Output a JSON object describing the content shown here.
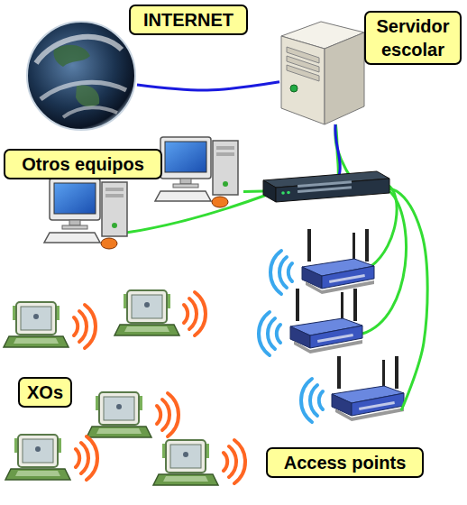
{
  "diagram": {
    "nodes": [
      {
        "text": [
          "INTERNET"
        ]
      },
      {
        "text": [
          "Servidor escolar"
        ]
      },
      {
        "text": [
          "Otros equipos"
        ]
      },
      {
        "text": [
          "XOs"
        ]
      },
      {
        "text": [
          "Access points"
        ]
      }
    ],
    "edges": [
      {
        "from": 0,
        "to": 1,
        "arrow": "none"
      },
      {
        "from": 1,
        "to": 2,
        "arrow": "none"
      },
      {
        "from": 1,
        "to": 4,
        "arrow": "none"
      }
    ]
  }
}
